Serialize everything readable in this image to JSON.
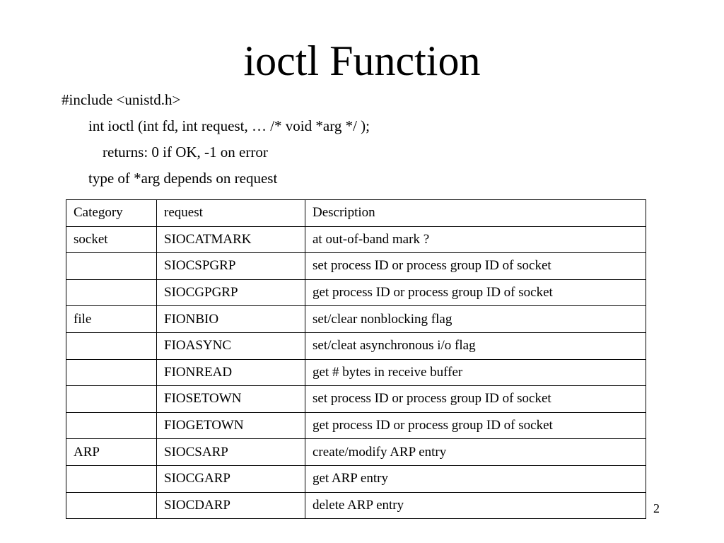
{
  "slide": {
    "title": "ioctl Function",
    "lines": [
      "#include <unistd.h>",
      "int ioctl (int fd, int request, … /* void *arg */ );",
      "returns: 0 if OK, -1 on error",
      "type of *arg depends on request"
    ],
    "page_number": "2"
  },
  "table": {
    "headers": [
      "Category",
      "request",
      "Description"
    ],
    "rows": [
      [
        "socket",
        "SIOCATMARK",
        "at out-of-band mark ?"
      ],
      [
        "",
        "SIOCSPGRP",
        "set process ID or process group ID of socket"
      ],
      [
        "",
        "SIOCGPGRP",
        "get process ID or process group ID of socket"
      ],
      [
        "file",
        "FIONBIO",
        "set/clear nonblocking flag"
      ],
      [
        "",
        "FIOASYNC",
        "set/cleat asynchronous i/o flag"
      ],
      [
        "",
        "FIONREAD",
        "get # bytes in receive buffer"
      ],
      [
        "",
        "FIOSETOWN",
        "set process ID or process group ID of socket"
      ],
      [
        "",
        "FIOGETOWN",
        "get process ID or process group ID of socket"
      ],
      [
        "ARP",
        "SIOCSARP",
        "create/modify ARP entry"
      ],
      [
        "",
        "SIOCGARP",
        "get ARP entry"
      ],
      [
        "",
        "SIOCDARP",
        "delete ARP entry"
      ]
    ]
  }
}
